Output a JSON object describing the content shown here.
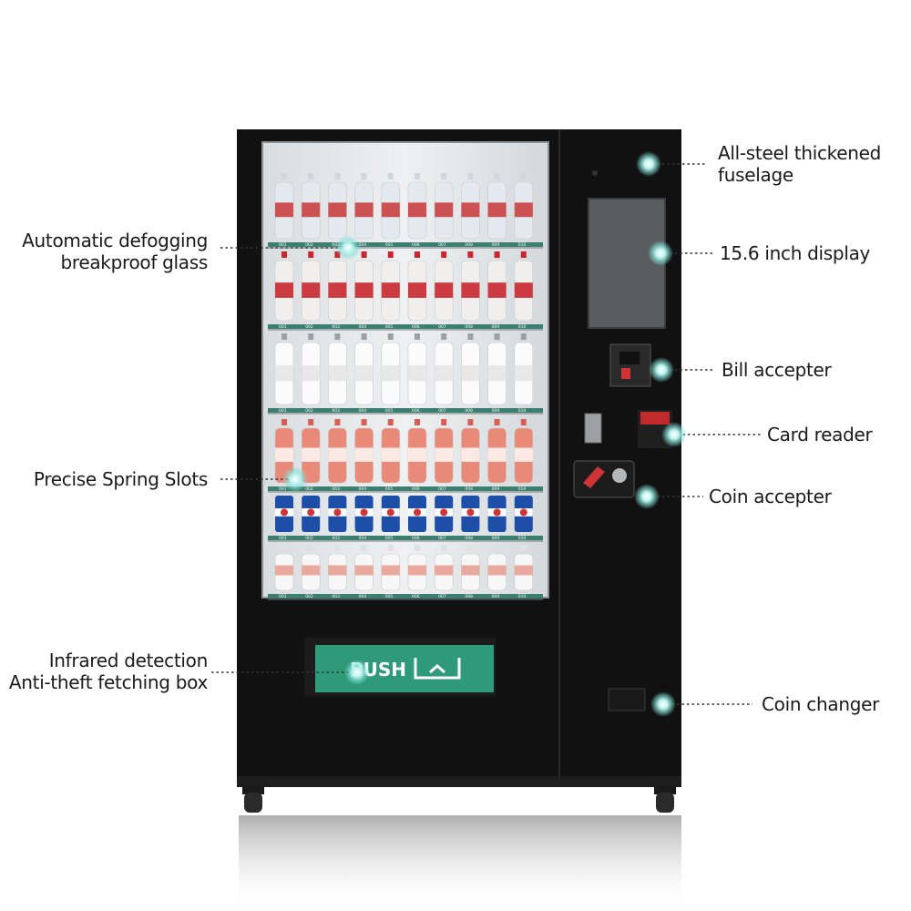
{
  "features": {
    "fuselage": {
      "line1": "All-steel thickened",
      "line2": "fuselage"
    },
    "display": "15.6 inch display",
    "bill": "Bill accepter",
    "card": "Card reader",
    "coin_accepter": "Coin accepter",
    "coin_changer": "Coin changer",
    "glass": {
      "line1": "Automatic defogging",
      "line2": "breakproof glass"
    },
    "slots": "Precise Spring Slots",
    "fetch": {
      "line1": "Infrared detection",
      "line2": "Anti-theft fetching box"
    }
  },
  "push_label": "PUSH",
  "shelf_tags": [
    "001",
    "002",
    "003",
    "004",
    "005",
    "006",
    "007",
    "008",
    "009",
    "010"
  ],
  "colors": {
    "cabinet": "#111111",
    "glow": "#7fe0d8",
    "push_panel": "#2e9a78",
    "water_cap": "#c8272d",
    "juice": "#e98a78",
    "can_blue": "#1e4fa8",
    "label_text": "#1a1a1a"
  },
  "icons": {
    "hotspot": "glow-dot-icon",
    "fetch_arrow": "tray-arrow-icon"
  }
}
